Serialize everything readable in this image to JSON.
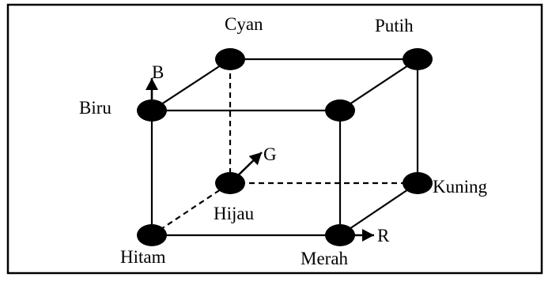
{
  "diagram": {
    "vertices": {
      "black": {
        "label": "Hitam"
      },
      "red": {
        "label": "Merah"
      },
      "blue": {
        "label": "Biru"
      },
      "magenta": {
        "label": ""
      },
      "green": {
        "label": "Hijau"
      },
      "yellow": {
        "label": "Kuning"
      },
      "cyan": {
        "label": "Cyan"
      },
      "white": {
        "label": "Putih"
      }
    },
    "axes": {
      "r": {
        "label": "R"
      },
      "g": {
        "label": "G"
      },
      "b": {
        "label": "B"
      }
    },
    "edges": [
      {
        "from": "black",
        "to": "red",
        "hidden": false
      },
      {
        "from": "black",
        "to": "blue",
        "hidden": false
      },
      {
        "from": "red",
        "to": "magenta",
        "hidden": false
      },
      {
        "from": "red",
        "to": "yellow",
        "hidden": false
      },
      {
        "from": "blue",
        "to": "magenta",
        "hidden": false
      },
      {
        "from": "blue",
        "to": "cyan",
        "hidden": false
      },
      {
        "from": "magenta",
        "to": "white",
        "hidden": false
      },
      {
        "from": "cyan",
        "to": "white",
        "hidden": false
      },
      {
        "from": "yellow",
        "to": "white",
        "hidden": false
      },
      {
        "from": "black",
        "to": "green",
        "hidden": true
      },
      {
        "from": "green",
        "to": "yellow",
        "hidden": true
      },
      {
        "from": "green",
        "to": "cyan",
        "hidden": true
      }
    ],
    "colors": {
      "ink": "#000000",
      "frame": "#000000",
      "background": "#ffffff"
    }
  }
}
